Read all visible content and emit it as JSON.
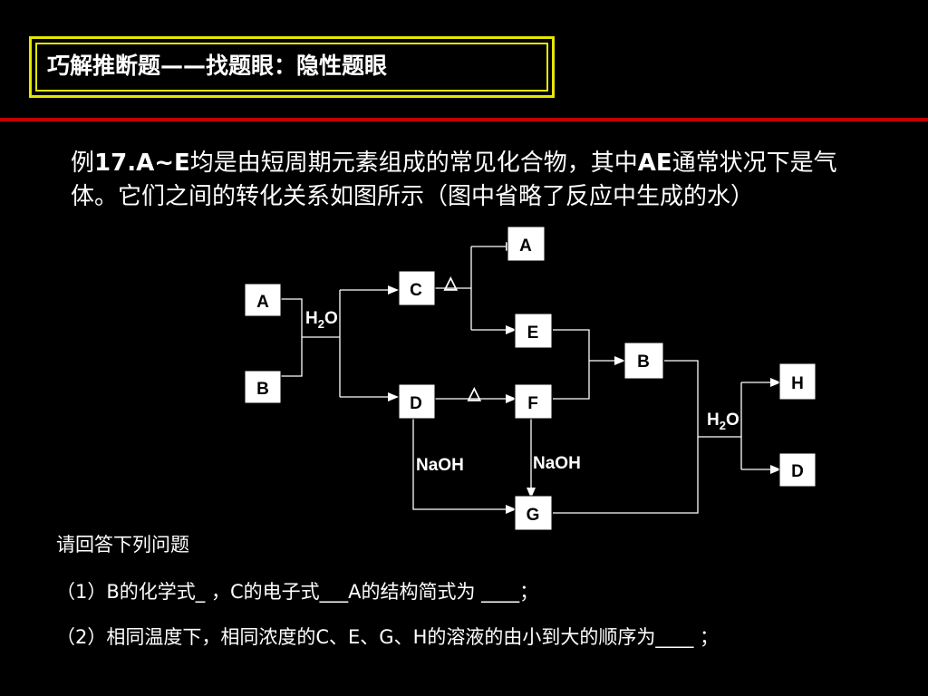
{
  "title": "巧解推断题——找题眼：隐性题眼",
  "question": {
    "prefix": "例",
    "number": "17.A~E",
    "text1": "均是由短周期元素组成的常见化合物，其中",
    "bold_ae": "AE",
    "text2": "通常状况下是气体。它们之间的转化关系如图所示（图中省略了反应中生成的水）"
  },
  "diagram": {
    "nodes": [
      "A",
      "B",
      "C",
      "D",
      "A",
      "E",
      "F",
      "G",
      "B",
      "H",
      "D"
    ],
    "labels": {
      "h2o_1": "H",
      "h2o_sub": "2",
      "h2o_o": "O",
      "naoh_1": "NaOH",
      "naoh_2": "NaOH",
      "delta": "△"
    }
  },
  "prompts": {
    "intro": "请回答下列问题",
    "q1": "（1）B的化学式_ ，C的电子式___A的结构简式为 ____；",
    "q2": "（2）相同温度下，相同浓度的C、E、G、H的溶液的由小到大的顺序为____ ；"
  }
}
